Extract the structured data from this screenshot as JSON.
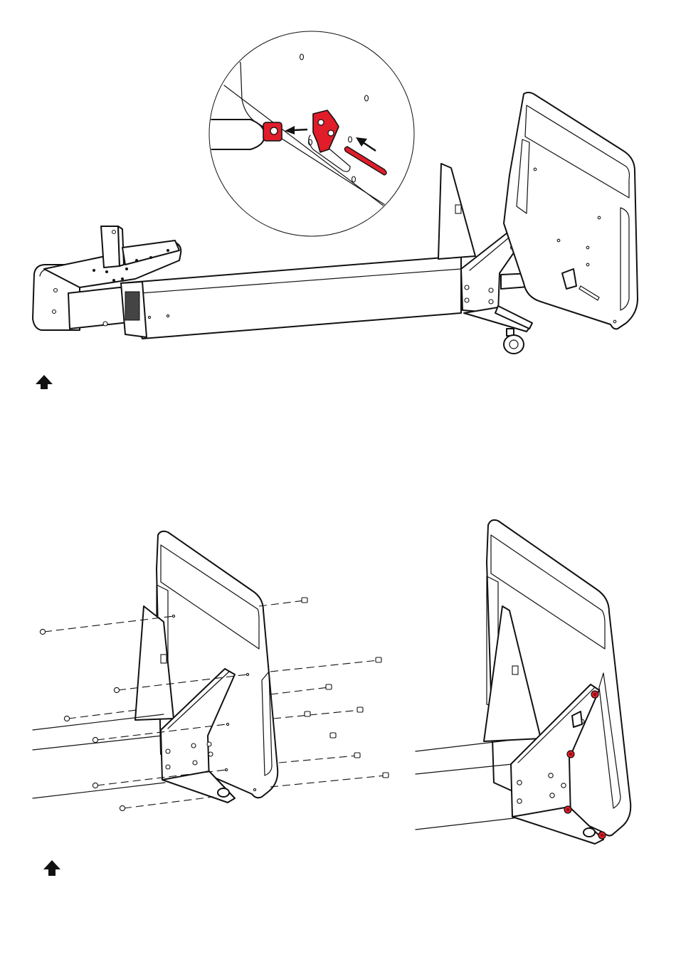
{
  "colors": {
    "line": "#111111",
    "background": "#ffffff",
    "highlight": "#e11d2a",
    "highlight_dark": "#8a1016"
  },
  "steps": [
    {
      "step_marker": "arrow-up-icon",
      "detail_callout": "magnified-circle",
      "highlighted_parts": [
        "clevis-end",
        "wing-bracket",
        "pin"
      ]
    },
    {
      "step_marker": "arrow-up-icon",
      "views": [
        "exploded-fastener-view",
        "assembled-view"
      ],
      "highlighted_parts": [
        "mounting-bolts"
      ]
    }
  ]
}
